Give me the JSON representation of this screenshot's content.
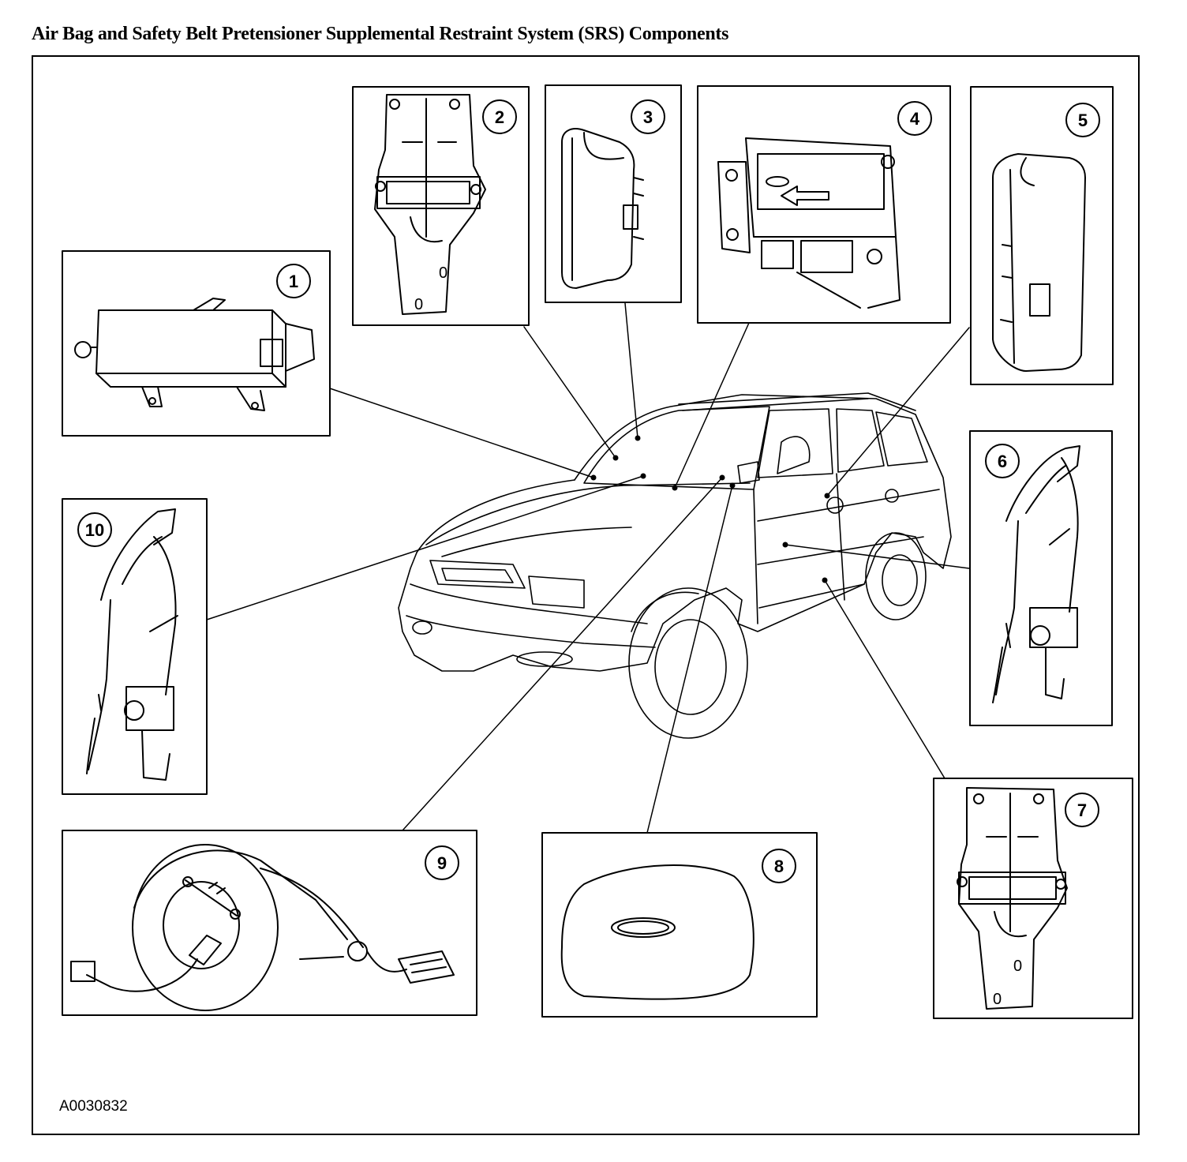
{
  "title": "Air Bag and Safety Belt Pretensioner Supplemental Restraint System (SRS) Components",
  "reference_code": "A0030832",
  "components": [
    {
      "number": "1",
      "icon": "air-bag-module-icon"
    },
    {
      "number": "2",
      "icon": "crash-sensor-bracket-icon"
    },
    {
      "number": "3",
      "icon": "side-air-bag-module-icon"
    },
    {
      "number": "4",
      "icon": "restraint-control-module-icon"
    },
    {
      "number": "5",
      "icon": "side-air-bag-module-icon"
    },
    {
      "number": "6",
      "icon": "safety-belt-pretensioner-icon"
    },
    {
      "number": "7",
      "icon": "crash-sensor-bracket-icon"
    },
    {
      "number": "8",
      "icon": "driver-air-bag-module-icon"
    },
    {
      "number": "9",
      "icon": "clockspring-icon"
    },
    {
      "number": "10",
      "icon": "safety-belt-pretensioner-icon"
    }
  ],
  "vehicle_icon": "suv-vehicle-icon"
}
